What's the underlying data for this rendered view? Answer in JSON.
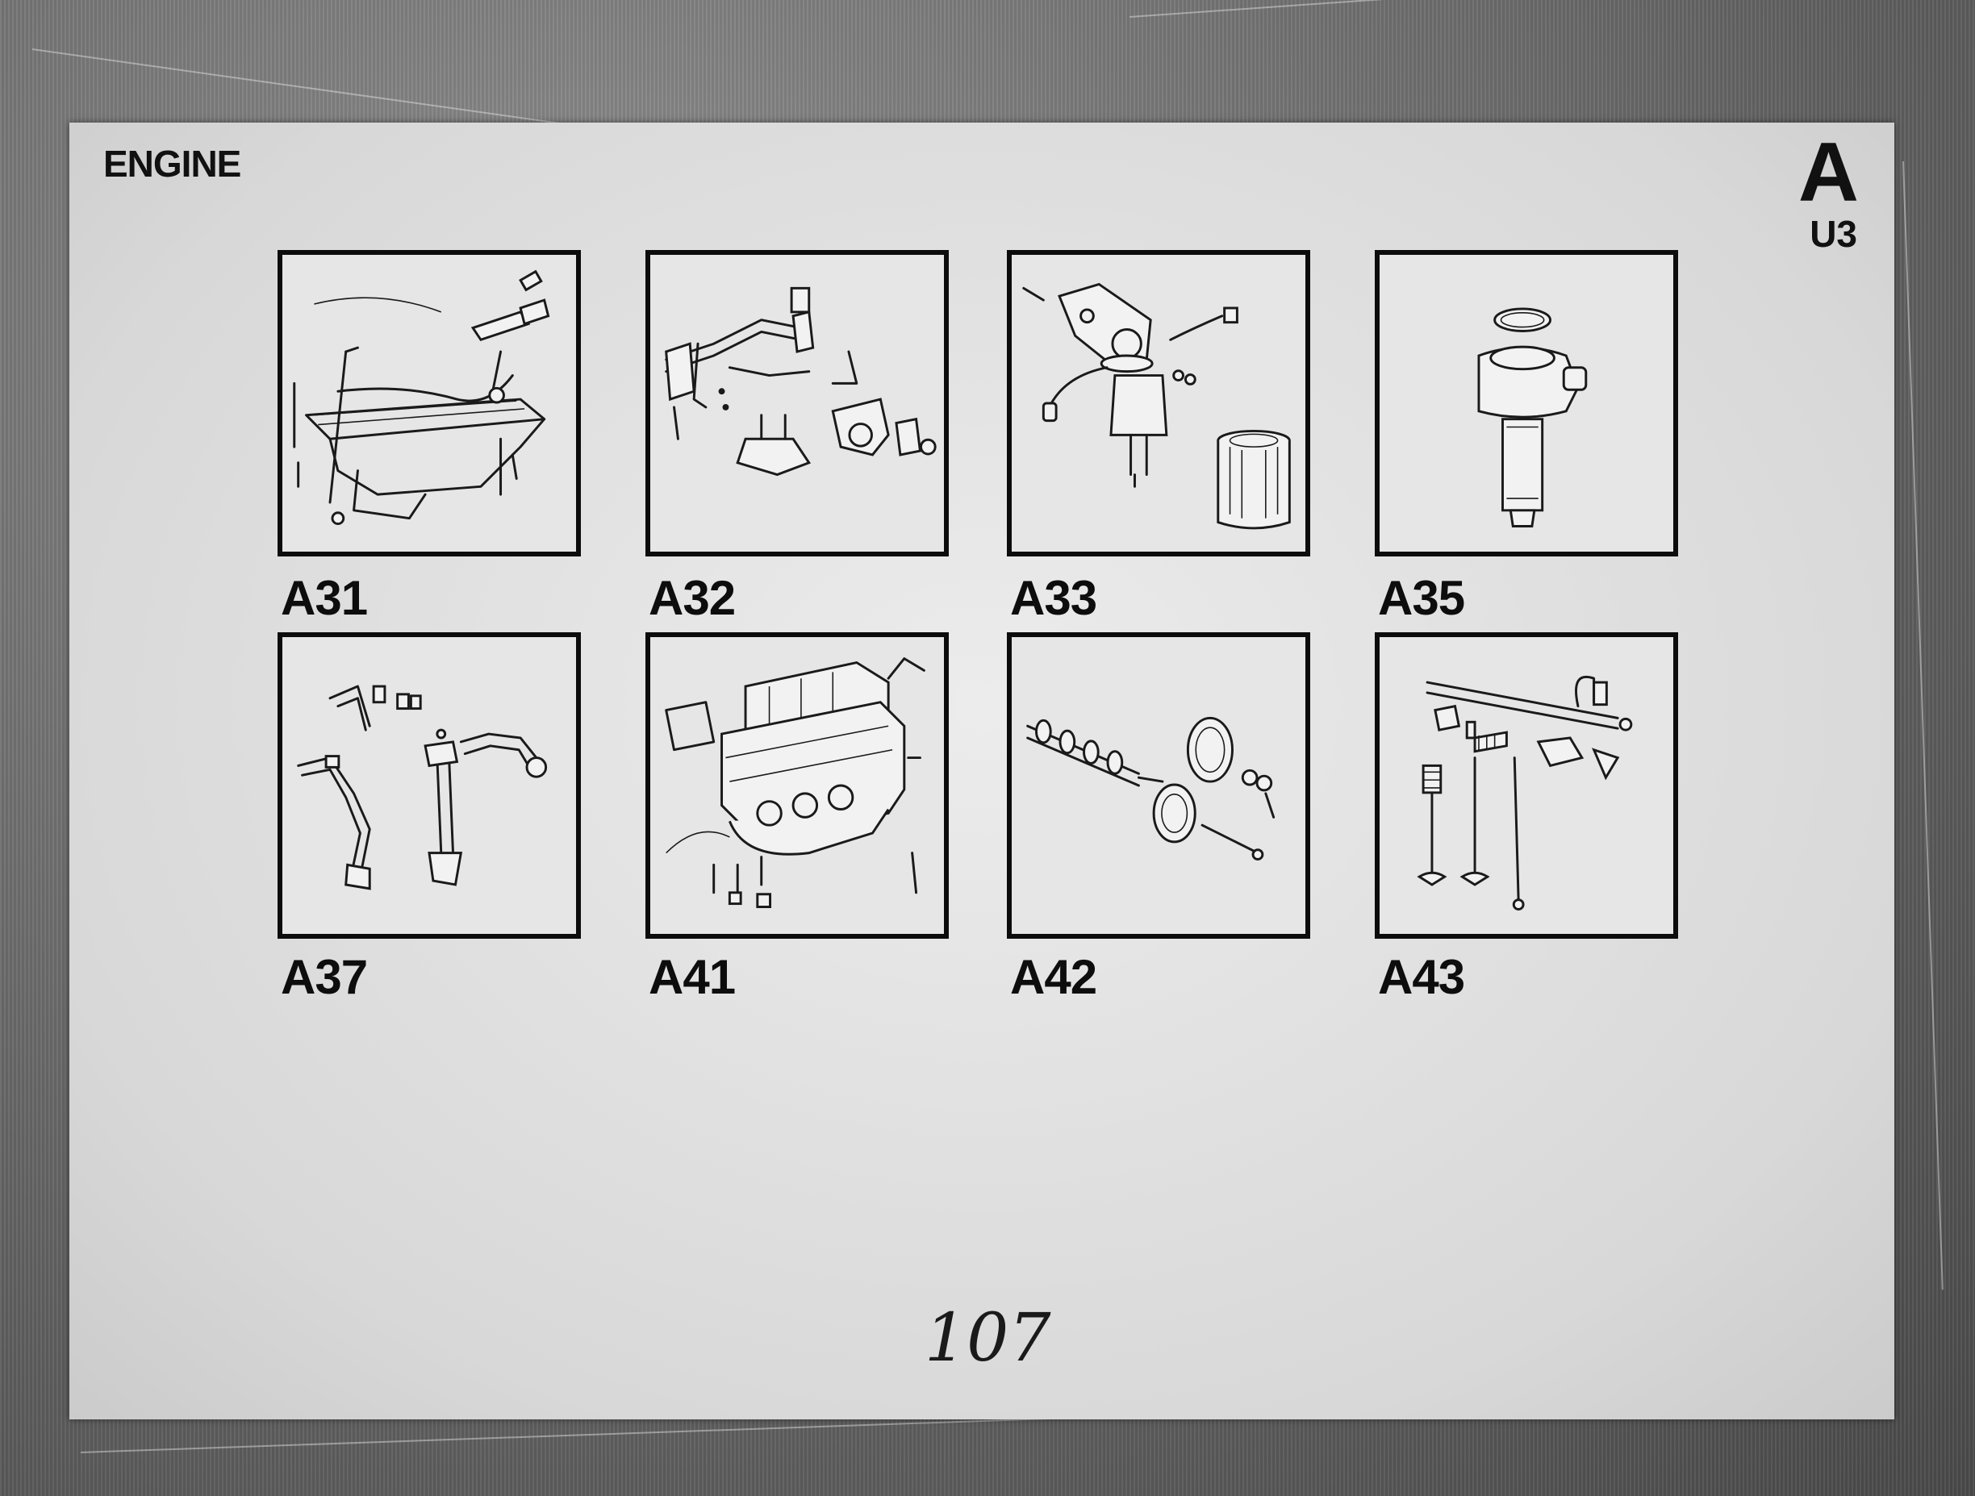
{
  "section": {
    "title": "ENGINE",
    "letter": "A",
    "code": "U3"
  },
  "tiles": [
    {
      "label": "A31",
      "icon": "oil-pan-dipstick-diagram"
    },
    {
      "label": "A32",
      "icon": "oil-pump-pipes-diagram"
    },
    {
      "label": "A33",
      "icon": "oil-filter-housing-diagram"
    },
    {
      "label": "A35",
      "icon": "oil-cooler-diagram"
    },
    {
      "label": "A37",
      "icon": "oil-pipes-diagram"
    },
    {
      "label": "A41",
      "icon": "cylinder-block-diagram"
    },
    {
      "label": "A42",
      "icon": "camshaft-gears-diagram"
    },
    {
      "label": "A43",
      "icon": "valve-rocker-diagram"
    }
  ],
  "page_number": "107"
}
